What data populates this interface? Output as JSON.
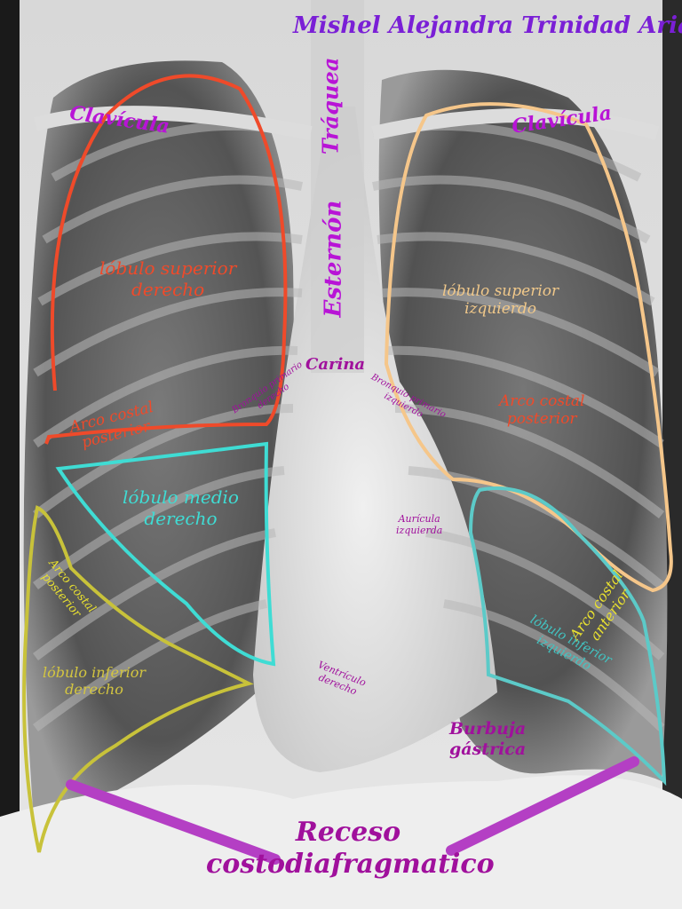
{
  "author": "Mishel Alejandra Trinidad Arias",
  "labels": {
    "clavicle_right": "Clavícula",
    "clavicle_left": "Clavícula",
    "trachea": "Tráquea",
    "sternum": "Esternón",
    "carina": "Carina",
    "right_upper_lobe_line1": "lóbulo superior",
    "right_upper_lobe_line2": "derecho",
    "left_upper_lobe_line1": "lóbulo superior",
    "left_upper_lobe_line2": "izquierdo",
    "right_bronchus_line1": "Bronquio primario",
    "right_bronchus_line2": "derecho",
    "left_bronchus_line1": "Bronquio primario",
    "left_bronchus_line2": "izquierdo",
    "posterior_rib_right_line1": "Arco costal",
    "posterior_rib_right_line2": "posterior",
    "posterior_rib_left_line1": "Arco costal",
    "posterior_rib_left_line2": "posterior",
    "right_middle_lobe_line1": "lóbulo medio",
    "right_middle_lobe_line2": "derecho",
    "left_atrium_line1": "Aurícula",
    "left_atrium_line2": "izquierda",
    "posterior_rib_right_lower_line1": "Arco costal",
    "posterior_rib_right_lower_line2": "posterior",
    "right_lower_lobe_line1": "lóbulo inferior",
    "right_lower_lobe_line2": "derecho",
    "anterior_rib_line1": "Arco costal",
    "anterior_rib_line2": "anterior",
    "left_lower_lobe_line1": "lóbulo inferior",
    "left_lower_lobe_line2": "izquierdo",
    "right_ventricle_line1": "Ventrículo",
    "right_ventricle_line2": "derecho",
    "gastric_bubble_line1": "Burbuja",
    "gastric_bubble_line2": "gástrica",
    "recess_line1": "Receso",
    "recess_line2": "costodiafragmatico"
  },
  "colors": {
    "right_upper_lobe": "#ef4a2a",
    "left_upper_lobe": "#f5c68a",
    "middle_lobe": "#3fdcd4",
    "right_lower_lobe": "#c8c23a",
    "left_lower_lobe": "#5ccac8",
    "recess_lines": "#b43fc4",
    "label_magenta": "#a0109c"
  }
}
